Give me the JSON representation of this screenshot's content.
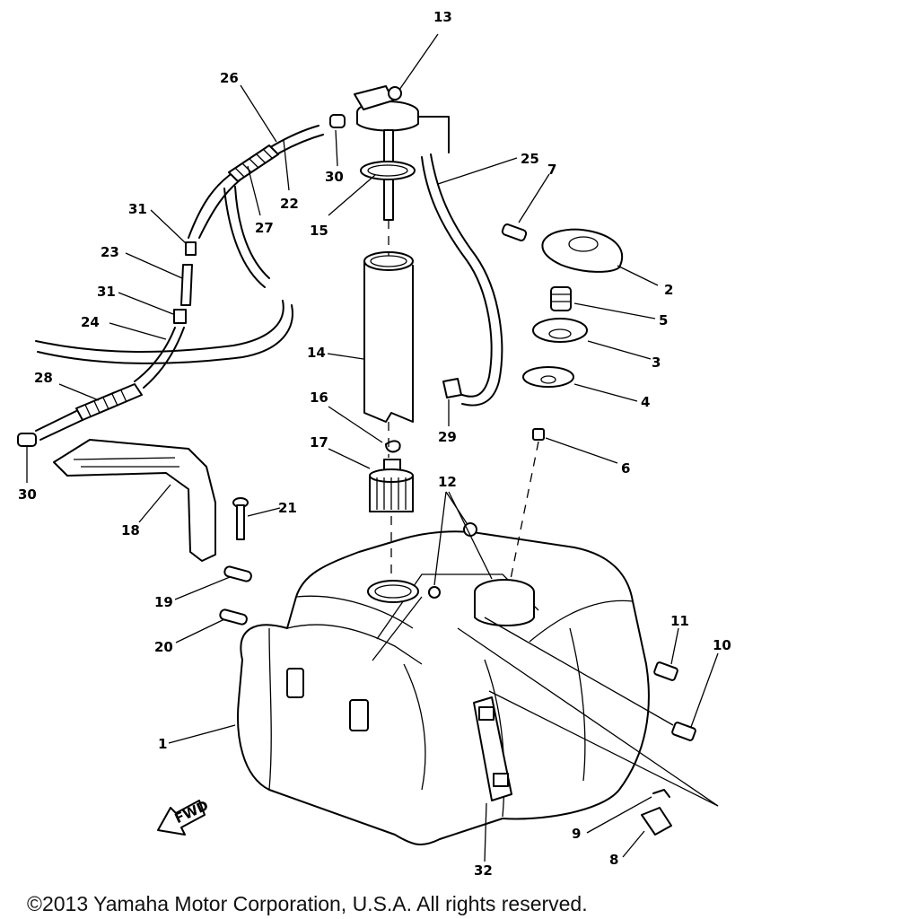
{
  "callouts": [
    {
      "id": "1",
      "label": "1"
    },
    {
      "id": "2",
      "label": "2"
    },
    {
      "id": "3",
      "label": "3"
    },
    {
      "id": "4",
      "label": "4"
    },
    {
      "id": "5",
      "label": "5"
    },
    {
      "id": "6",
      "label": "6"
    },
    {
      "id": "7",
      "label": "7"
    },
    {
      "id": "8",
      "label": "8"
    },
    {
      "id": "9",
      "label": "9"
    },
    {
      "id": "10",
      "label": "10"
    },
    {
      "id": "11",
      "label": "11"
    },
    {
      "id": "12",
      "label": "12"
    },
    {
      "id": "13",
      "label": "13"
    },
    {
      "id": "14",
      "label": "14"
    },
    {
      "id": "15",
      "label": "15"
    },
    {
      "id": "16",
      "label": "16"
    },
    {
      "id": "17",
      "label": "17"
    },
    {
      "id": "18",
      "label": "18"
    },
    {
      "id": "19",
      "label": "19"
    },
    {
      "id": "20",
      "label": "20"
    },
    {
      "id": "21",
      "label": "21"
    },
    {
      "id": "22",
      "label": "22"
    },
    {
      "id": "23",
      "label": "23"
    },
    {
      "id": "24",
      "label": "24"
    },
    {
      "id": "25",
      "label": "25"
    },
    {
      "id": "26",
      "label": "26"
    },
    {
      "id": "27",
      "label": "27"
    },
    {
      "id": "28",
      "label": "28"
    },
    {
      "id": "29",
      "label": "29"
    },
    {
      "id": "30a",
      "label": "30"
    },
    {
      "id": "30b",
      "label": "30"
    },
    {
      "id": "31a",
      "label": "31"
    },
    {
      "id": "31b",
      "label": "31"
    },
    {
      "id": "32",
      "label": "32"
    }
  ],
  "fwd_label": "FWD",
  "copyright": "©2013 Yamaha Motor Corporation, U.S.A. All rights reserved."
}
